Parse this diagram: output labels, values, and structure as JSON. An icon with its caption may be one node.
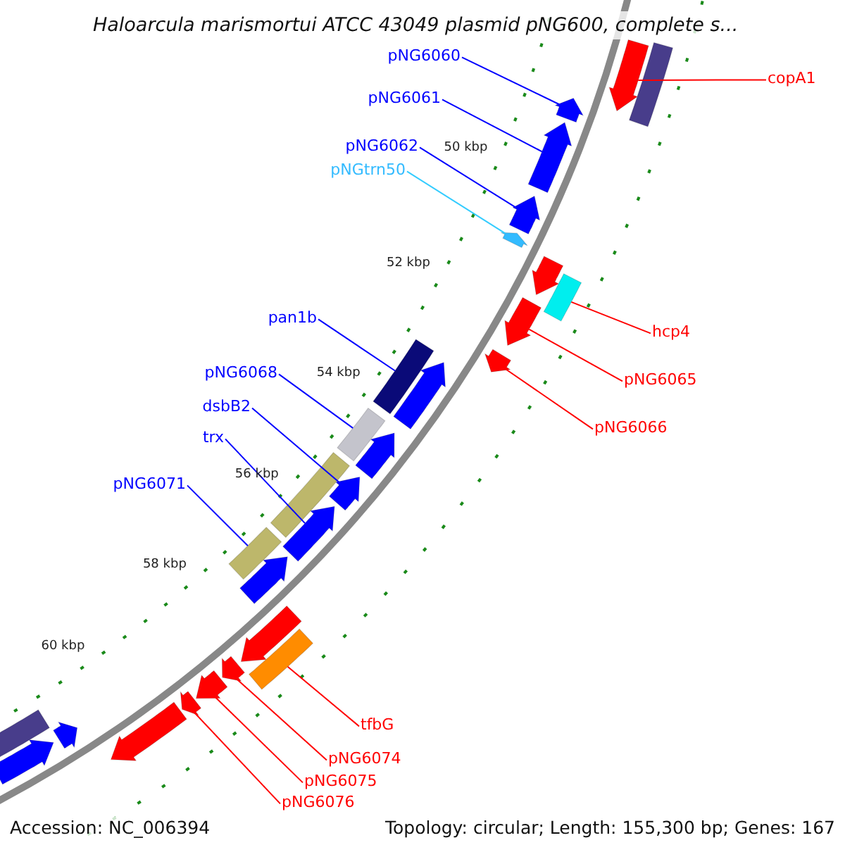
{
  "diagram": {
    "title": "Haloarcula marismortui ATCC 43049 plasmid pNG600, complete s...",
    "nodes": [
      {
        "text": [
          "pNG6060"
        ]
      },
      {
        "text": [
          "copA1"
        ]
      },
      {
        "text": [
          "pNG6061"
        ]
      },
      {
        "text": [
          "pNG6062"
        ]
      },
      {
        "text": [
          "pNGtrn50"
        ]
      },
      {
        "text": [
          "pan1b"
        ]
      },
      {
        "text": [
          "hcp4"
        ]
      },
      {
        "text": [
          "pNG6068"
        ]
      },
      {
        "text": [
          "pNG6065"
        ]
      },
      {
        "text": [
          "dsbB2"
        ]
      },
      {
        "text": [
          "pNG6066"
        ]
      },
      {
        "text": [
          "trx"
        ]
      },
      {
        "text": [
          "pNG6071"
        ]
      },
      {
        "text": [
          "tfbG"
        ]
      },
      {
        "text": [
          "pNG6074"
        ]
      },
      {
        "text": [
          "pNG6075"
        ]
      },
      {
        "text": [
          "pNG6076"
        ]
      },
      {
        "text": [],
        "shape": "bar"
      },
      {
        "text": [],
        "shape": "bar"
      },
      {
        "text": [],
        "shape": "bar"
      },
      {
        "text": [],
        "shape": "bar"
      },
      {
        "text": [],
        "shape": "bar"
      },
      {
        "text": [],
        "shape": "bar"
      },
      {
        "text": [],
        "shape": "bar"
      },
      {
        "text": [],
        "shape": "bar"
      },
      {
        "text": [],
        "shape": "bar"
      },
      {
        "text": [],
        "shape": "bar"
      },
      {
        "text": [],
        "shape": "bar"
      },
      {
        "text": [],
        "shape": "bar"
      },
      {
        "text": [],
        "shape": "bar"
      },
      {
        "text": [],
        "shape": "bar"
      },
      {
        "text": [],
        "shape": "bar"
      },
      {
        "text": [],
        "shape": "bar"
      },
      {
        "text": [],
        "shape": "bar"
      }
    ],
    "edges": [
      {
        "from": 0,
        "to": 17,
        "arrow": "none"
      },
      {
        "from": 1,
        "to": 18,
        "arrow": "none",
        "color": "#ff0000"
      },
      {
        "from": 2,
        "to": 19,
        "arrow": "none"
      },
      {
        "from": 3,
        "to": 20,
        "arrow": "none"
      },
      {
        "from": 4,
        "to": 21,
        "arrow": "none",
        "color": "#33ccff"
      },
      {
        "from": 5,
        "to": 22,
        "arrow": "none"
      },
      {
        "from": 6,
        "to": 23,
        "arrow": "none",
        "color": "#ff0000"
      },
      {
        "from": 7,
        "to": 24,
        "arrow": "none"
      },
      {
        "from": 8,
        "to": 25,
        "arrow": "none",
        "color": "#ff0000"
      },
      {
        "from": 9,
        "to": 26,
        "arrow": "none"
      },
      {
        "from": 10,
        "to": 27,
        "arrow": "none",
        "color": "#ff0000"
      },
      {
        "from": 11,
        "to": 28,
        "arrow": "none"
      },
      {
        "from": 12,
        "to": 29,
        "arrow": "none"
      },
      {
        "from": 13,
        "to": 30,
        "arrow": "none",
        "color": "#ff0000"
      },
      {
        "from": 14,
        "to": 31,
        "arrow": "none",
        "color": "#ff0000"
      },
      {
        "from": 15,
        "to": 32,
        "arrow": "none",
        "color": "#ff0000"
      },
      {
        "from": 16,
        "to": 33,
        "arrow": "none",
        "color": "#ff0000"
      }
    ],
    "labels": [
      "50 kbp",
      "52 kbp",
      "54 kbp",
      "56 kbp",
      "58 kbp",
      "60 kbp",
      "Accession: NC_006394",
      "Topology: circular; Length: 155,300 bp; Genes: 167"
    ]
  }
}
